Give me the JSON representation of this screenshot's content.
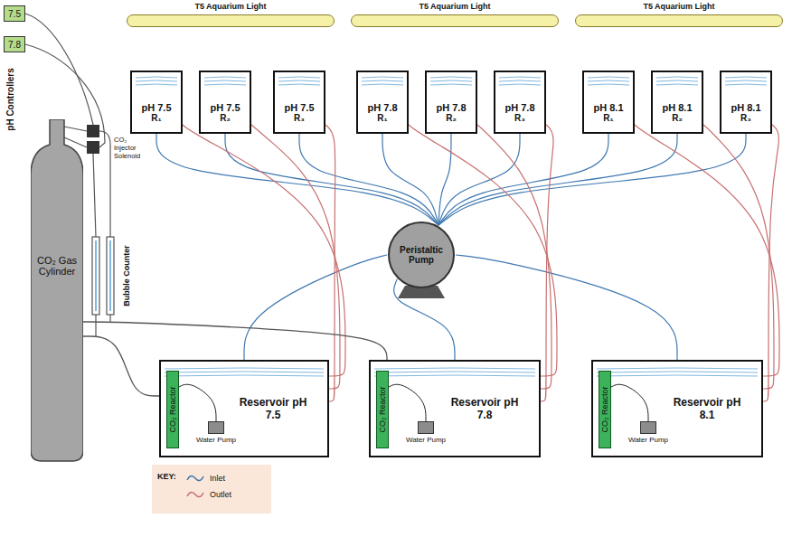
{
  "diagram": {
    "nodes": [
      {
        "text": [
          "7.5"
        ]
      },
      {
        "text": [
          "7.8"
        ]
      },
      {
        "text": [
          "T5 Aquarium Light"
        ]
      },
      {
        "text": [
          "T5 Aquarium Light"
        ]
      },
      {
        "text": [
          "T5 Aquarium Light"
        ]
      },
      {
        "text": [
          "pH 7.5",
          "R₁"
        ]
      },
      {
        "text": [
          "pH 7.5",
          "R₂"
        ]
      },
      {
        "text": [
          "pH 7.5",
          "R₃"
        ]
      },
      {
        "text": [
          "pH 7.8",
          "R₁"
        ]
      },
      {
        "text": [
          "pH 7.8",
          "R₂"
        ]
      },
      {
        "text": [
          "pH 7.8",
          "R₃"
        ]
      },
      {
        "text": [
          "pH 8.1",
          "R₁"
        ]
      },
      {
        "text": [
          "pH 8.1",
          "R₂"
        ]
      },
      {
        "text": [
          "pH 8.1",
          "R₃"
        ]
      },
      {
        "text": [
          "CO₂ Gas Cylinder"
        ]
      },
      {
        "text": [
          "Peristaltic Pump"
        ]
      },
      {
        "text": [
          "Reservoir pH 7.5"
        ]
      },
      {
        "text": [
          "CO₂ Reactor"
        ],
        "in": 16
      },
      {
        "text": [
          "Water Pump"
        ],
        "in": 16
      },
      {
        "text": [
          "Reservoir pH 7.8"
        ]
      },
      {
        "text": [
          "CO₂ Reactor"
        ],
        "in": 19
      },
      {
        "text": [
          "Water Pump"
        ],
        "in": 19
      },
      {
        "text": [
          "Reservoir pH 8.1"
        ]
      },
      {
        "text": [
          "CO₂ Reactor"
        ],
        "in": 22
      },
      {
        "text": [
          "Water Pump"
        ],
        "in": 22
      }
    ],
    "edges": [
      {
        "from": 15,
        "to": 5,
        "arrow": "none"
      },
      {
        "from": 15,
        "to": 6,
        "arrow": "none"
      },
      {
        "from": 15,
        "to": 7,
        "arrow": "none"
      },
      {
        "from": 15,
        "to": 8,
        "arrow": "none"
      },
      {
        "from": 15,
        "to": 9,
        "arrow": "none"
      },
      {
        "from": 15,
        "to": 10,
        "arrow": "none"
      },
      {
        "from": 15,
        "to": 11,
        "arrow": "none"
      },
      {
        "from": 15,
        "to": 12,
        "arrow": "none"
      },
      {
        "from": 15,
        "to": 13,
        "arrow": "none"
      },
      {
        "from": 16,
        "to": 15,
        "arrow": "none"
      },
      {
        "from": 19,
        "to": 15,
        "arrow": "none"
      },
      {
        "from": 22,
        "to": 15,
        "arrow": "none"
      },
      {
        "from": 5,
        "to": 16,
        "arrow": "none"
      },
      {
        "from": 6,
        "to": 16,
        "arrow": "none"
      },
      {
        "from": 7,
        "to": 16,
        "arrow": "none"
      },
      {
        "from": 8,
        "to": 19,
        "arrow": "none"
      },
      {
        "from": 9,
        "to": 19,
        "arrow": "none"
      },
      {
        "from": 10,
        "to": 19,
        "arrow": "none"
      },
      {
        "from": 11,
        "to": 22,
        "arrow": "none"
      },
      {
        "from": 12,
        "to": 22,
        "arrow": "none"
      },
      {
        "from": 13,
        "to": 22,
        "arrow": "none"
      },
      {
        "from": 17,
        "to": 18,
        "arrow": "none"
      },
      {
        "from": 20,
        "to": 21,
        "arrow": "none"
      },
      {
        "from": 23,
        "to": 24,
        "arrow": "none"
      },
      {
        "from": 14,
        "to": 16,
        "arrow": "none"
      },
      {
        "from": 14,
        "to": 19,
        "arrow": "none"
      }
    ],
    "labels": [
      "pH Controllers",
      "CO₂ Injector Solenoid",
      "Bubble Counter",
      "KEY:"
    ],
    "legend": [
      {
        "text": "Inlet"
      },
      {
        "text": "Outlet"
      }
    ]
  }
}
